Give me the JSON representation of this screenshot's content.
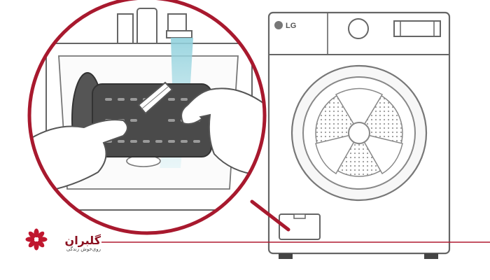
{
  "brand": {
    "logo_text": "گلبران",
    "tagline": "روی‌خوش زندگی",
    "accent": "#a8192e"
  },
  "machine": {
    "maker_label": "LG"
  },
  "illustration": {
    "subject": "cleaning-drain-pump-filter-with-brush"
  },
  "colors": {
    "outline": "#666666",
    "circle": "#a8192e",
    "water": "#8fd0dc",
    "filter": "#4a4a4a"
  }
}
